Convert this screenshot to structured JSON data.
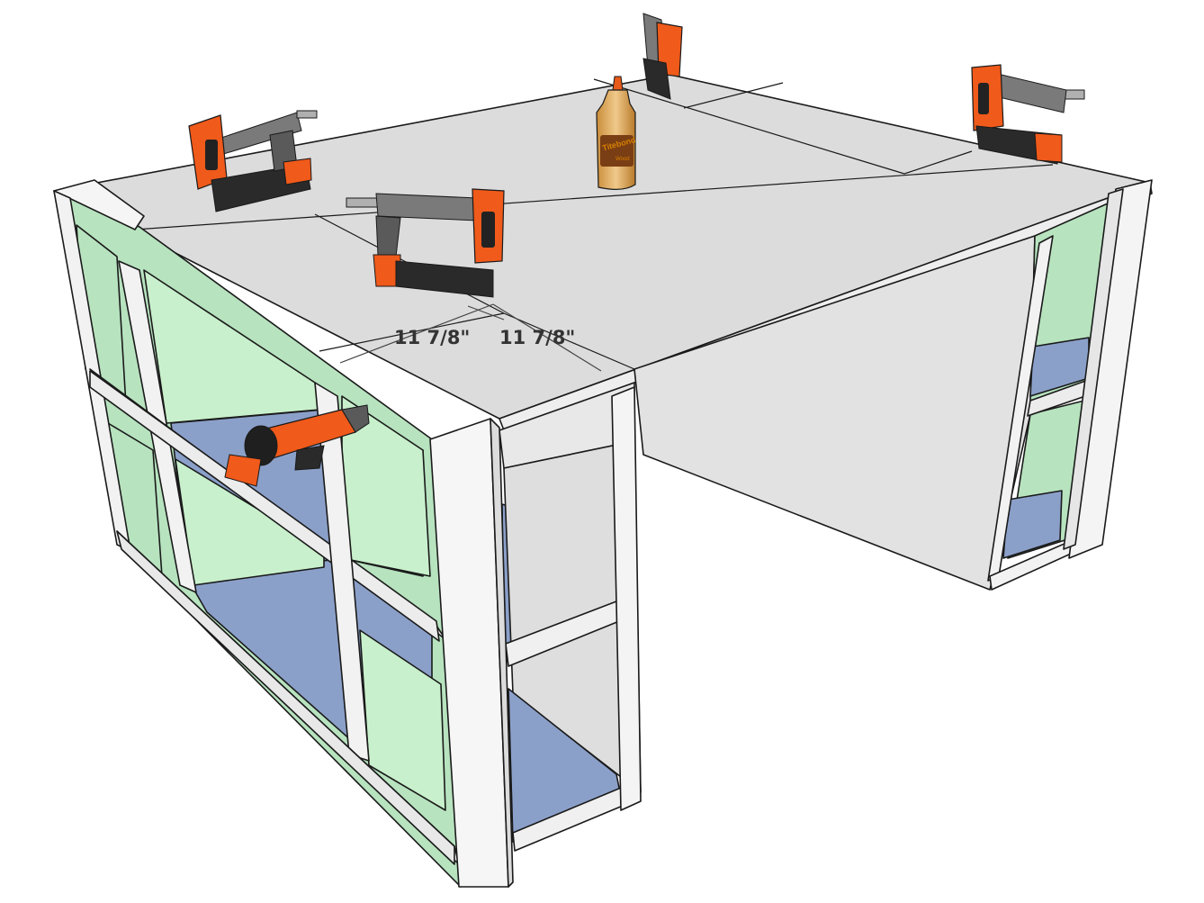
{
  "dimensions": {
    "left": "11 7/8\"",
    "right": "11 7/8\""
  },
  "glue_bottle": {
    "brand": "Titebond",
    "product": "Wood"
  },
  "colors": {
    "top": "#d9d9d9",
    "side_panel": "#cfeed2",
    "shelf": "#8ba0c9",
    "frame": "#f2f2f2",
    "tool_orange": "#f05a1a",
    "tool_gray": "#7a7a7a",
    "outline": "#1a1a1a"
  }
}
